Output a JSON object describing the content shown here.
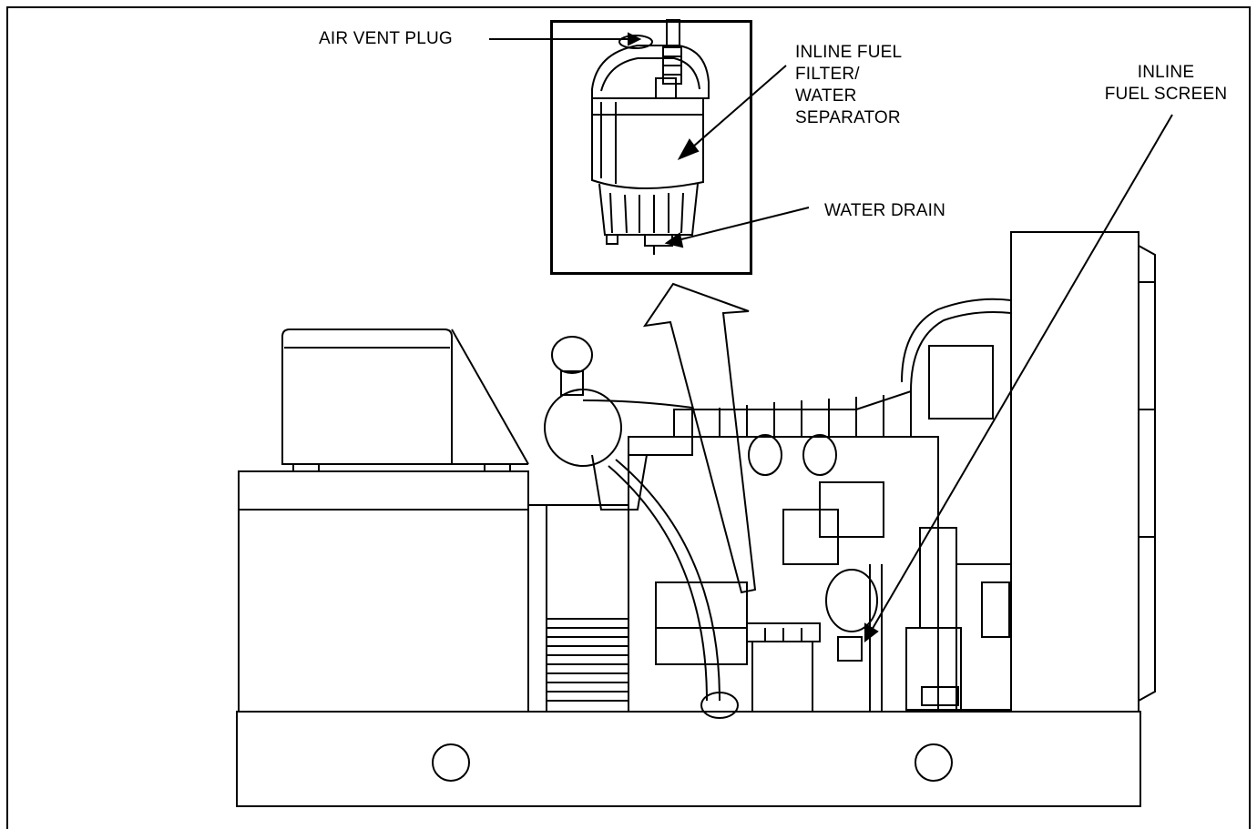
{
  "labels": {
    "air_vent_plug": "AIR VENT PLUG",
    "inline_fuel_filter": "INLINE FUEL\nFILTER/\nWATER\nSEPARATOR",
    "water_drain": "WATER DRAIN",
    "inline_fuel_screen": "INLINE\nFUEL SCREEN"
  },
  "colors": {
    "line": "#000000",
    "background": "#ffffff"
  }
}
